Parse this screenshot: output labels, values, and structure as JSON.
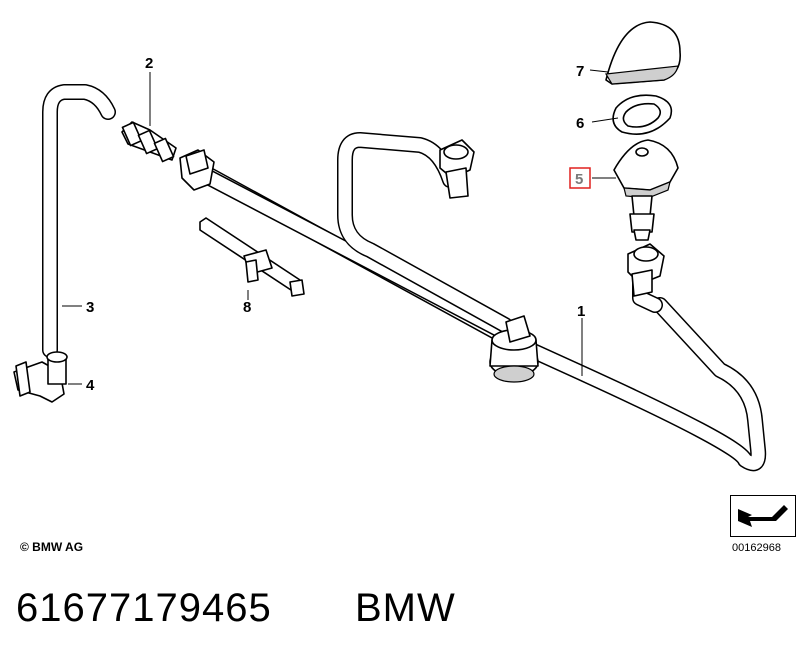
{
  "callouts": {
    "c1": "1",
    "c2": "2",
    "c3": "3",
    "c4": "4",
    "c5": "5",
    "c6": "6",
    "c7": "7",
    "c8": "8"
  },
  "highlighted_callout": "5",
  "copyright": "© BMW AG",
  "doc_number": "00162968",
  "part_number": "61677179465",
  "brand": "BMW",
  "colors": {
    "highlight": "#e0201f",
    "ink": "#000000",
    "shade": "#cfcfcf"
  },
  "icons": [
    "direction-arrow-icon"
  ]
}
